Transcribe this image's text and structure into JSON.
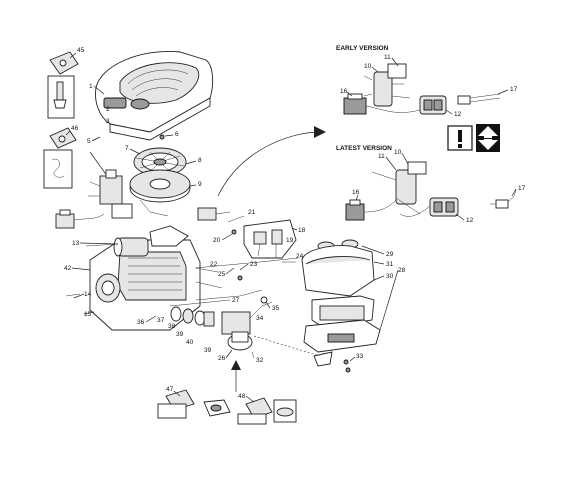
{
  "headers": {
    "early_version": "EARLY VERSION",
    "latest_version": "LATEST VERSION"
  },
  "callouts": [
    {
      "id": "c45",
      "text": "45"
    },
    {
      "id": "c1",
      "text": "1"
    },
    {
      "id": "c2",
      "text": "2"
    },
    {
      "id": "c3",
      "text": "3"
    },
    {
      "id": "c46",
      "text": "46"
    },
    {
      "id": "c5",
      "text": "5"
    },
    {
      "id": "c6",
      "text": "6"
    },
    {
      "id": "c7",
      "text": "7"
    },
    {
      "id": "c8",
      "text": "8"
    },
    {
      "id": "c9",
      "text": "9"
    },
    {
      "id": "c21",
      "text": "21"
    },
    {
      "id": "c20",
      "text": "20"
    },
    {
      "id": "c18",
      "text": "18"
    },
    {
      "id": "c19",
      "text": "19"
    },
    {
      "id": "c13",
      "text": "13"
    },
    {
      "id": "c22",
      "text": "22"
    },
    {
      "id": "c25",
      "text": "25"
    },
    {
      "id": "c23",
      "text": "23"
    },
    {
      "id": "c24",
      "text": "24"
    },
    {
      "id": "c42",
      "text": "42"
    },
    {
      "id": "c14",
      "text": "14"
    },
    {
      "id": "c15",
      "text": "15"
    },
    {
      "id": "c27",
      "text": "27"
    },
    {
      "id": "c36",
      "text": "36"
    },
    {
      "id": "c37",
      "text": "37"
    },
    {
      "id": "c38",
      "text": "38"
    },
    {
      "id": "c39",
      "text": "39"
    },
    {
      "id": "c40",
      "text": "40"
    },
    {
      "id": "c34",
      "text": "34"
    },
    {
      "id": "c35",
      "text": "35"
    },
    {
      "id": "c26",
      "text": "26"
    },
    {
      "id": "c32",
      "text": "32"
    },
    {
      "id": "c39b",
      "text": "39"
    },
    {
      "id": "c47",
      "text": "47"
    },
    {
      "id": "c48",
      "text": "48"
    },
    {
      "id": "c33",
      "text": "33"
    },
    {
      "id": "c29",
      "text": "29"
    },
    {
      "id": "c31",
      "text": "31"
    },
    {
      "id": "c30",
      "text": "30"
    },
    {
      "id": "c28",
      "text": "28"
    },
    {
      "id": "c10a",
      "text": "10"
    },
    {
      "id": "c11a",
      "text": "11"
    },
    {
      "id": "c16a",
      "text": "16"
    },
    {
      "id": "c12a",
      "text": "12"
    },
    {
      "id": "c17a",
      "text": "17"
    },
    {
      "id": "c11b",
      "text": "11"
    },
    {
      "id": "c10b",
      "text": "10"
    },
    {
      "id": "c16b",
      "text": "16"
    },
    {
      "id": "c12b",
      "text": "12"
    },
    {
      "id": "c17b",
      "text": "17"
    }
  ],
  "warning_symbol": "!",
  "icons": [
    "exclamation-icon",
    "up-down-arrows-icon"
  ],
  "colors": {
    "line": "#222222",
    "background": "#ffffff",
    "fill_light": "#e6e6e6",
    "fill_dark": "#9a9a9a"
  }
}
